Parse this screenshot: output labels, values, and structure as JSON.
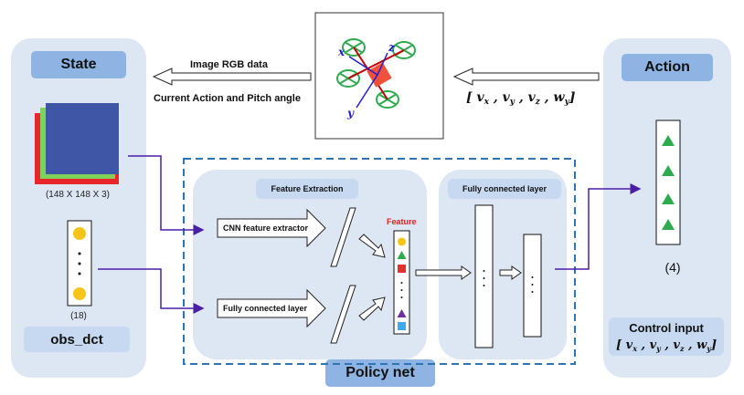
{
  "state": {
    "title": "State",
    "image_dims": "(148 X 148 X 3)",
    "obs_dims": "(18)",
    "obs_label": "obs_dct"
  },
  "action": {
    "title": "Action",
    "output_dims": "(4)",
    "control_title": "Control input",
    "control_vector": "[ vx , vy , vz , wy]"
  },
  "top": {
    "image_label": "Image RGB data",
    "current_label": "Current Action and Pitch angle",
    "vector_label": "[ vx , vy , vz , wy]",
    "drone_axes": [
      "x",
      "y",
      "z"
    ]
  },
  "policy": {
    "title": "Policy net",
    "feature_extraction": "Feature Extraction",
    "cnn_label": "CNN feature extractor",
    "fc_label": "Fully connected layer",
    "feature_label": "Feature",
    "fc_layer_title": "Fully connected layer"
  },
  "colors": {
    "panel_bg": "#dde7f3",
    "pill": "#8db4e2",
    "dashed_border": "#2e75b6",
    "arrow_purple": "#4b1fa5",
    "green": "#2eaa4f",
    "yellow": "#f5c518",
    "red": "#e53030",
    "purple": "#7030a0",
    "cyan": "#3fa9f5",
    "feature_text": "#e02020"
  }
}
